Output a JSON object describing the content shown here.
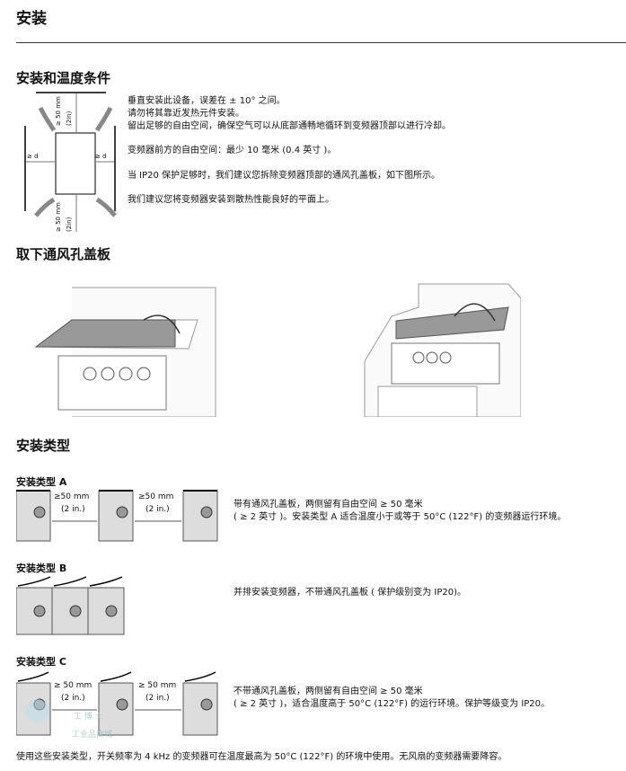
{
  "title": "安装",
  "sections": {
    "conditions": {
      "heading": "安装和温度条件",
      "lines": [
        "垂直安装此设备，误差在 ± 10° 之间。",
        "请勿将其靠近发热元件安装。",
        "留出足够的自由空间，确保空气可以从底部通畅地循环到变频器顶部以进行冷却。",
        "变频器前方的自由空间：最少 10 毫米 (0.4 英寸 )。",
        "当 IP20 保护足够时，我们建议您拆除变频器顶部的通风孔盖板，如下图所示。",
        "我们建议您将变频器安装到散热性能良好的平面上。"
      ],
      "diagram": {
        "top": "≥ 50 mm",
        "top_in": "(2in)",
        "bottom": "≥ 50 mm",
        "bottom_in": "(2in)",
        "left": "≥ d",
        "right": "≥ d"
      }
    },
    "remove_cover": {
      "heading": "取下通风孔盖板"
    },
    "types": {
      "heading": "安装类型",
      "a": {
        "label": "安装类型 A",
        "gap": "≥50 mm",
        "gap_in": "(2 in.)",
        "lines": [
          "带有通风孔盖板，两侧留有自由空间 ≥ 50 毫米",
          "( ≥ 2 英寸 )。安装类型 A 适合温度小于或等于 50°C (122°F) 的变频器运行环境。"
        ]
      },
      "b": {
        "label": "安装类型 B",
        "lines": [
          "并排安装变频器，不带通风孔盖板 ( 保护级别变为 IP20)。"
        ]
      },
      "c": {
        "label": "安装类型 C",
        "gap": "≥ 50 mm",
        "gap_in": "(2 in.)",
        "lines": [
          "不带通风孔盖板，两侧留有自由空间 ≥ 50 毫米",
          "( ≥ 2 英寸 )，适合温度高于 50°C (122°F) 的运行环境。保护等级变为 IP20。"
        ]
      },
      "footer": "使用这些安装类型，开关频率为 4 kHz 的变频器可在温度最高为 50°C (122°F) 的环境中使用。无风扇的变频器需要降容。"
    }
  },
  "watermark": {
    "brand": "工 博 士",
    "sub": "工业品商城"
  }
}
